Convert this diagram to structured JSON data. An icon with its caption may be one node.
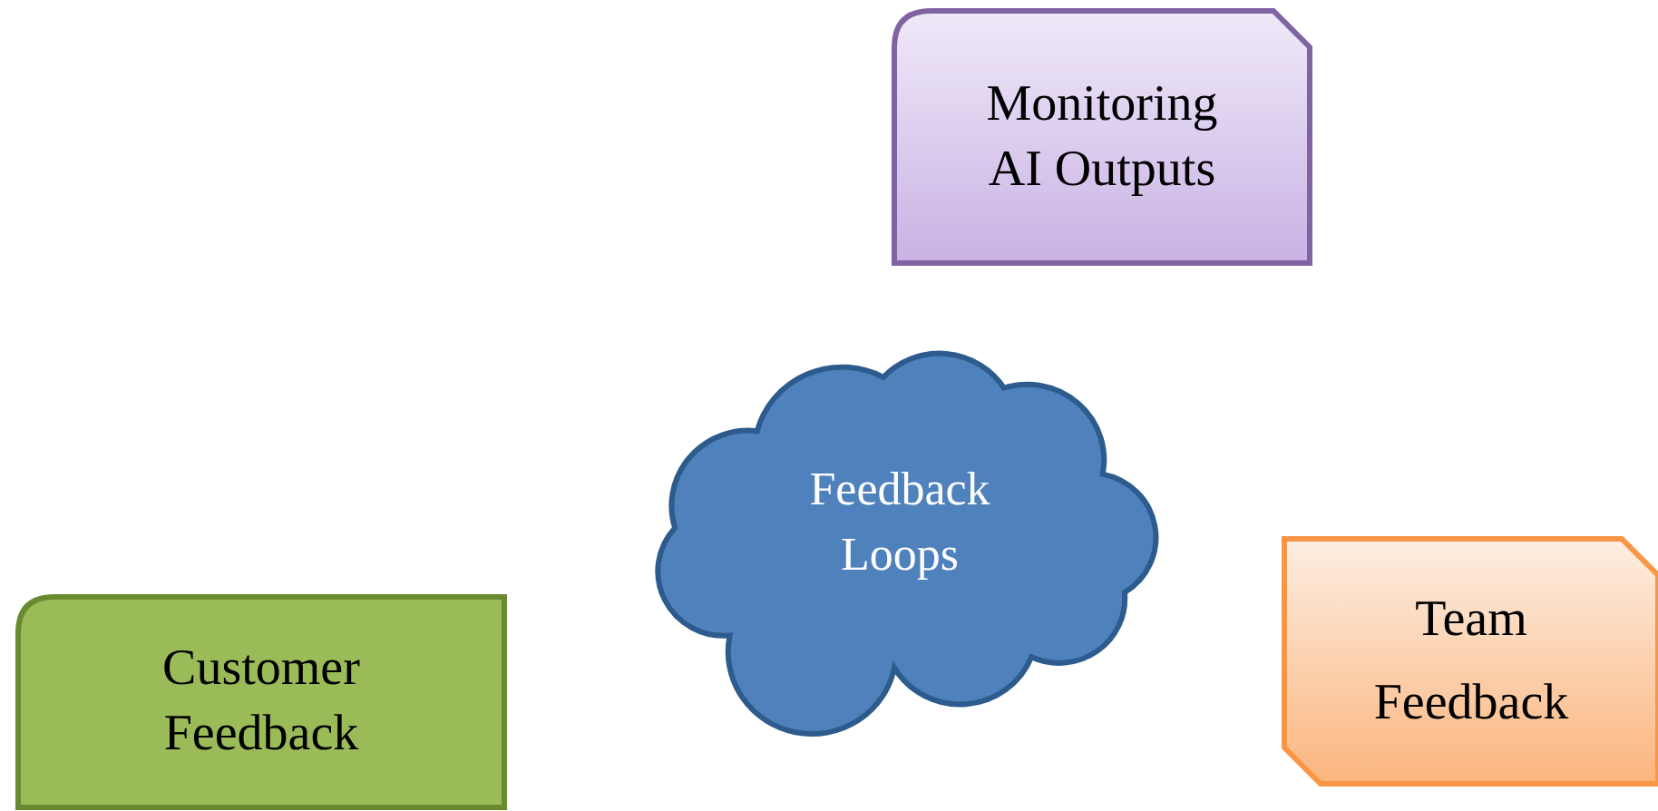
{
  "diagram": {
    "nodes": [
      {
        "text": [
          "Monitoring AI Outputs"
        ]
      },
      {
        "text": [
          "Feedback Loops"
        ]
      },
      {
        "text": [
          "Customer Feedback"
        ]
      },
      {
        "text": [
          "Team Feedback"
        ]
      }
    ]
  }
}
